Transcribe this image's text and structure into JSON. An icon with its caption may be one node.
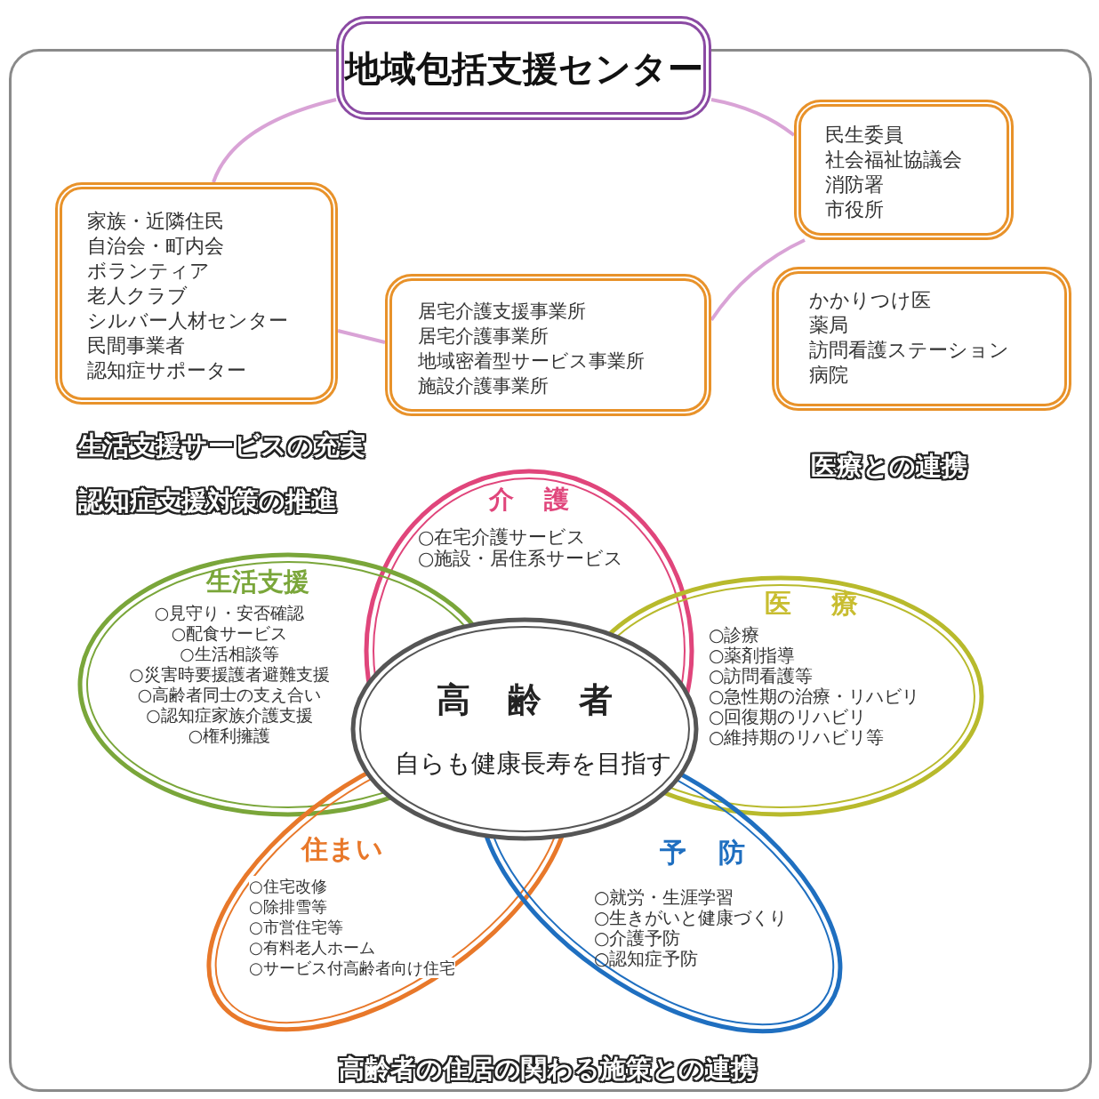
{
  "diagram": {
    "nodes": [
      {
        "text": [
          "地域包括支援センター"
        ]
      },
      {
        "text": [
          "民生委員",
          "社会福祉協議会",
          "消防署",
          "市役所"
        ]
      },
      {
        "text": [
          "家族・近隣住民",
          "自治会・町内会",
          "ボランティア",
          "老人クラブ",
          "シルバー人材センター",
          "民間事業者",
          "認知症サポーター"
        ]
      },
      {
        "text": [
          "居宅介護支援事業所",
          "居宅介護事業所",
          "地域密着型サービス事業所",
          "施設介護事業所"
        ]
      },
      {
        "text": [
          "かかりつけ医",
          "薬局",
          "訪問看護ステーション",
          "病院"
        ]
      },
      {
        "text": [
          "介護",
          "○在宅介護サービス",
          "○施設・居住系サービス"
        ]
      },
      {
        "text": [
          "生活支援",
          "○見守り・安否確認",
          "○配食サービス",
          "○生活相談等",
          "○災害時要援護者避難支援",
          "○高齢者同士の支え合い",
          "○認知症家族介護支援",
          "○権利擁護"
        ]
      },
      {
        "text": [
          "医療",
          "○診療",
          "○薬剤指導",
          "○訪問看護等",
          "○急性期の治療・リハビリ",
          "○回復期のリハビリ",
          "○維持期のリハビリ等"
        ]
      },
      {
        "text": [
          "高齢者",
          "自らも健康長寿を目指す"
        ]
      },
      {
        "text": [
          "住まい",
          "○住宅改修",
          "○除排雪等",
          "○市営住宅等",
          "○有料老人ホーム",
          "○サービス付高齢者向け住宅"
        ]
      },
      {
        "text": [
          "予防",
          "○就労・生涯学習",
          "○生きがいと健康づくり",
          "○介護予防",
          "○認知症予防"
        ]
      }
    ],
    "edges": [
      {
        "from": 0,
        "to": 2,
        "arrow": "none"
      },
      {
        "from": 0,
        "to": 1,
        "arrow": "none"
      },
      {
        "from": 2,
        "to": 3,
        "arrow": "none"
      },
      {
        "from": 3,
        "to": 1,
        "arrow": "none"
      }
    ],
    "labels": [
      "生活支援サービスの充実",
      "医療との連携",
      "認知症支援対策の推進",
      "高齢者の住居の関わる施策との連携"
    ]
  }
}
